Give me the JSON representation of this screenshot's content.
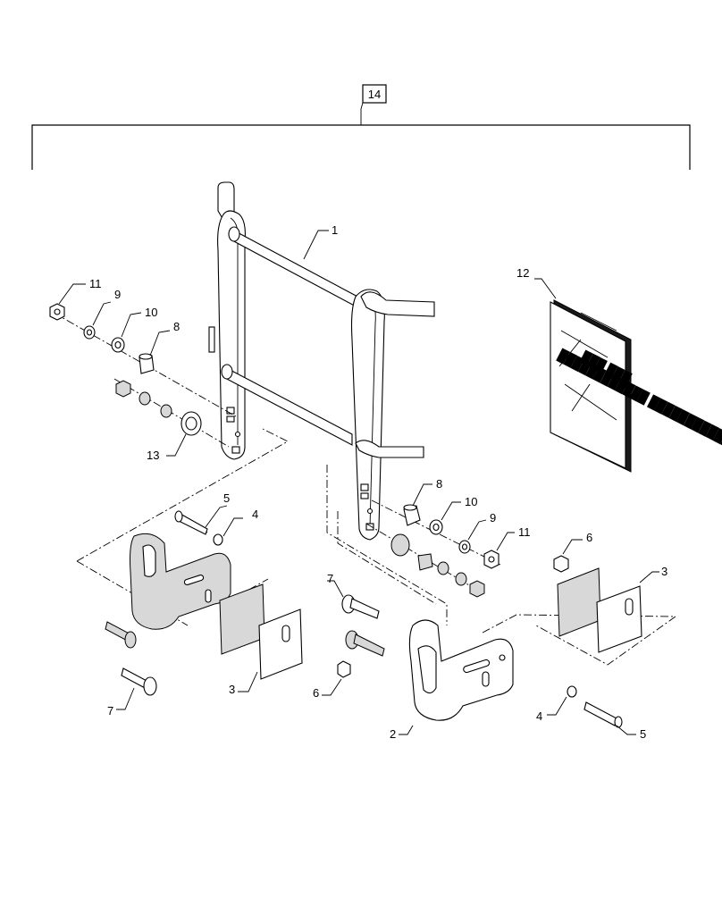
{
  "diagram": {
    "callouts": {
      "c1": "1",
      "c2": "2",
      "c3_left": "3",
      "c3_right": "3",
      "c4_left": "4",
      "c4_right": "4",
      "c5_left": "5",
      "c5_right": "5",
      "c6_left": "6",
      "c6_right": "6",
      "c7_left": "7",
      "c7_right": "7",
      "c8_left": "8",
      "c8_right": "8",
      "c9_left": "9",
      "c9_right": "9",
      "c10_left": "10",
      "c10_right": "10",
      "c11_left": "11",
      "c11_right": "11",
      "c12": "12",
      "c13": "13",
      "c14": "14"
    },
    "manual_cover_line1": "███ ███",
    "manual_cover_line2": "████████████ ████████████"
  }
}
